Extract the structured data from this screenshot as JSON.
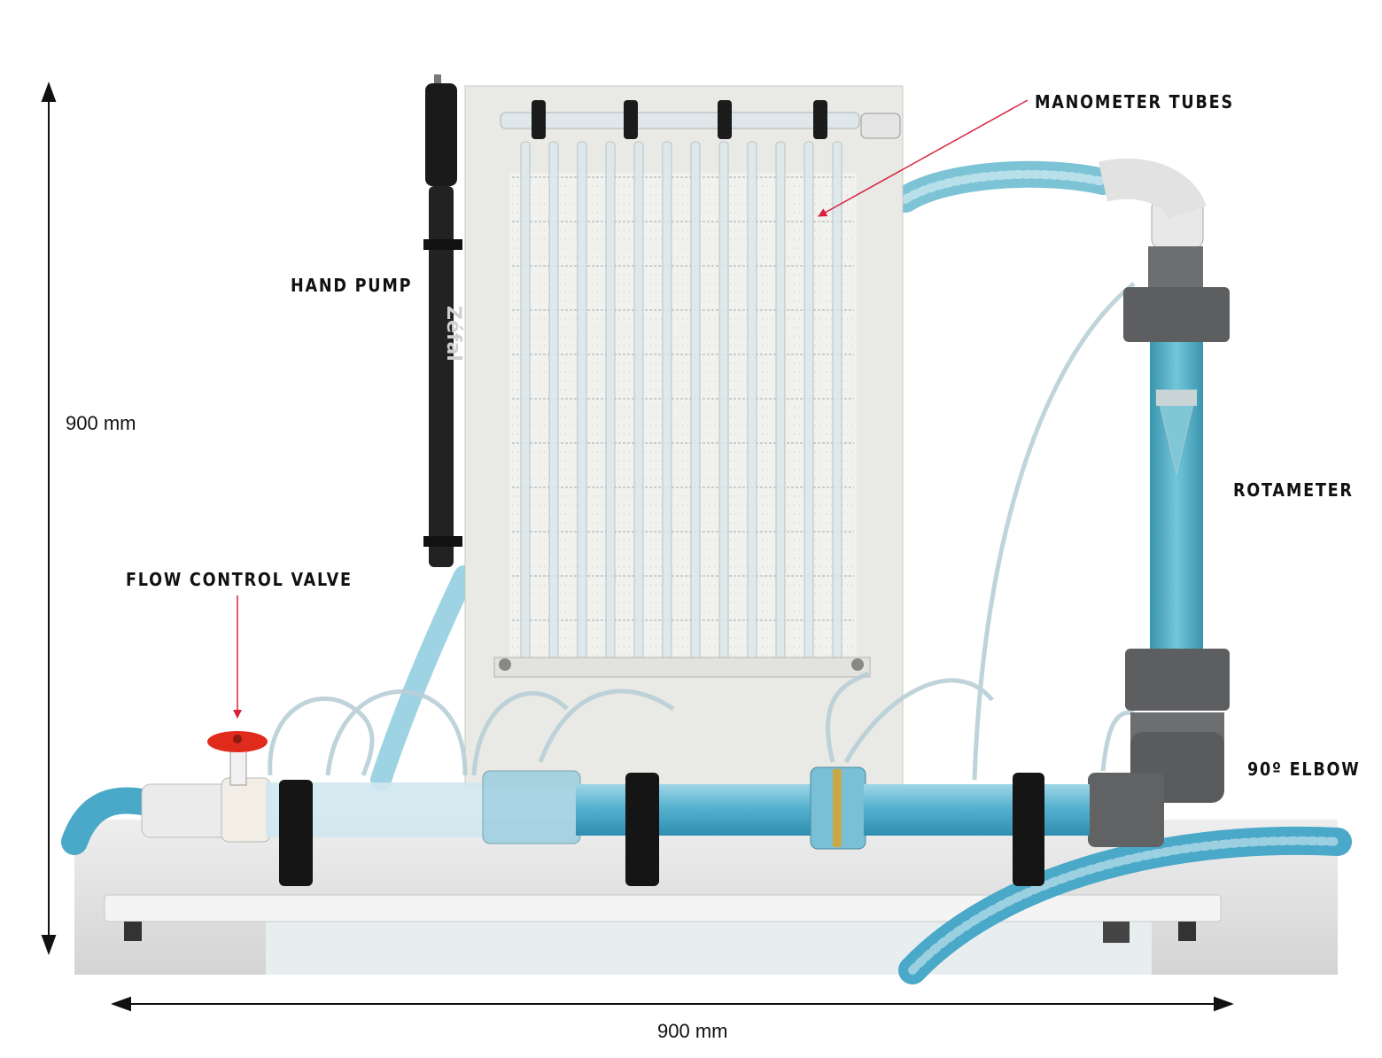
{
  "labels": {
    "manometer_tubes": "MANOMETER TUBES",
    "hand_pump": "HAND PUMP",
    "rotameter": "ROTAMETER",
    "flow_control_valve": "FLOW CONTROL VALVE",
    "elbow": "90º ELBOW"
  },
  "dimensions": {
    "height": "900 mm",
    "width": "900 mm"
  },
  "pump_logo": "Zéfal",
  "colors": {
    "arrow_red": "#d8203c",
    "water_blue": "#5fb4cf",
    "panel": "#e9e9e5",
    "pump_black": "#1a1a1a",
    "valve_red": "#e02a1c",
    "fitting_grey": "#6d6e70"
  }
}
